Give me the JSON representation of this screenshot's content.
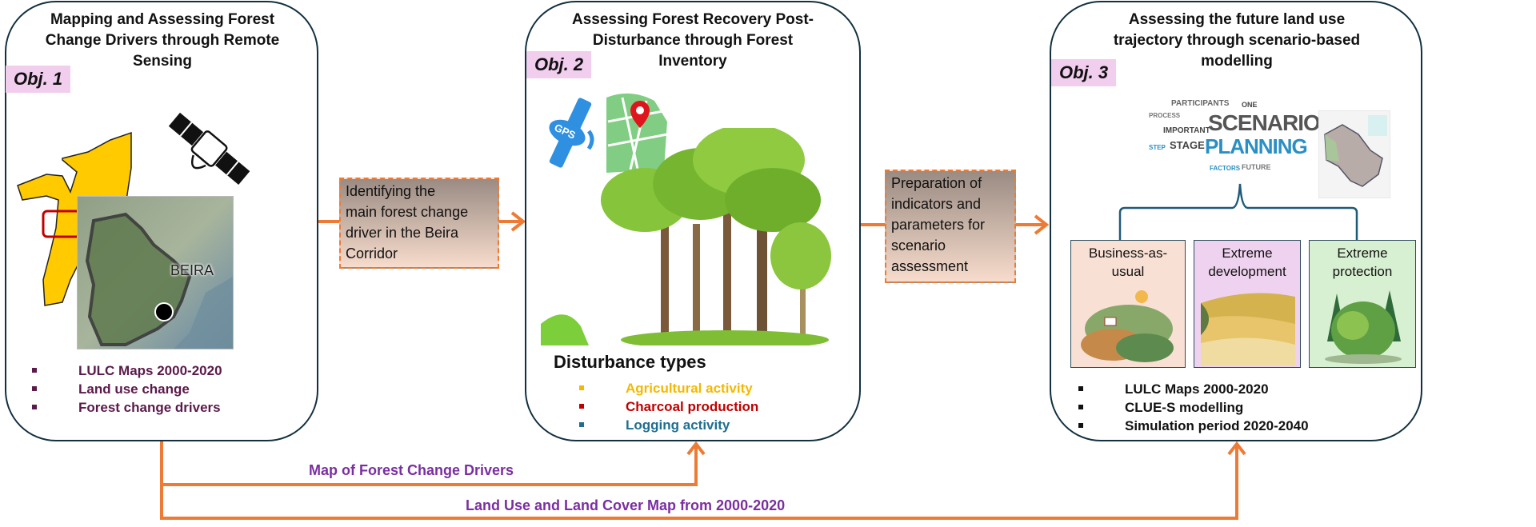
{
  "colors": {
    "panel_border": "#12303f",
    "arrow": "#ee7b35",
    "obj_badge": "#f1cdee",
    "arrow_label": "#7a2ea0",
    "obj1_bullets": "#5a1a4a",
    "agri": "#f5b800",
    "charcoal": "#c00000",
    "logging": "#1f6e8f"
  },
  "objective1": {
    "title_lines": [
      "Mapping and Assessing Forest",
      "Change Drivers through Remote",
      "Sensing"
    ],
    "badge": "Obj. 1",
    "map_label": "BEIRA",
    "icons": [
      "mozambique-map-icon",
      "satellite-icon",
      "beira-satellite-map-icon"
    ],
    "bullets": [
      "LULC Maps 2000-2020",
      "Land use change",
      "Forest change drivers"
    ]
  },
  "connector1": {
    "text_lines": [
      "Identifying the",
      "main forest change",
      "driver in the Beira",
      "Corridor"
    ]
  },
  "objective2": {
    "title_lines": [
      "Assessing Forest Recovery Post-",
      "Disturbance through Forest",
      "Inventory"
    ],
    "badge": "Obj. 2",
    "gps_label": "GPS",
    "disturbance_heading": "Disturbance types",
    "disturbances": [
      {
        "label": "Agricultural activity",
        "color": "#f5b800"
      },
      {
        "label": "Charcoal production",
        "color": "#c00000"
      },
      {
        "label": "Logging activity",
        "color": "#1f6e8f"
      }
    ]
  },
  "connector2": {
    "text_lines": [
      "Preparation of",
      "indicators and",
      "parameters for",
      "scenario",
      "assessment"
    ]
  },
  "objective3": {
    "title_lines": [
      "Assessing the future land use",
      "trajectory through scenario-based",
      "modelling"
    ],
    "badge": "Obj. 3",
    "wordcloud": {
      "main": "SCENARIO",
      "sub": "PLANNING",
      "words": [
        "PARTICIPANTS",
        "IMPORTANT",
        "STAGE",
        "PROCESS",
        "FUTURE",
        "FACTORS",
        "ONE",
        "STEP"
      ]
    },
    "scenarios": [
      {
        "label_lines": [
          "Business-as-",
          "usual"
        ],
        "bg": "#f9e0d4"
      },
      {
        "label_lines": [
          "Extreme",
          "development"
        ],
        "bg": "#efd2ef"
      },
      {
        "label_lines": [
          "Extreme",
          "protection"
        ],
        "bg": "#d8f0d2"
      }
    ],
    "bullets": [
      "LULC Maps 2000-2020",
      "CLUE-S modelling",
      "Simulation period 2020-2040"
    ]
  },
  "flows": {
    "to_obj2": "Map of Forest Change Drivers",
    "to_obj3": "Land Use and Land Cover Map from 2000-2020"
  }
}
